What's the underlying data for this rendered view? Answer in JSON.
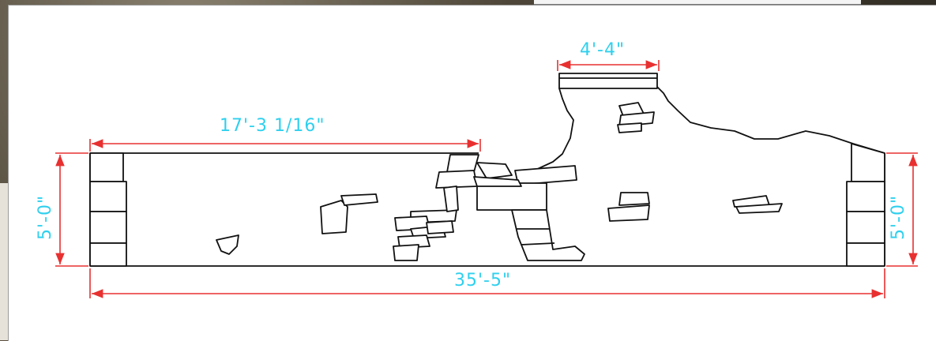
{
  "drawing": {
    "dimensions": {
      "overall_length": "35'-5\"",
      "left_section_length": "17'-3 1/16\"",
      "top_opening_width": "4'-4\"",
      "left_height": "5'-0\"",
      "right_height": "5'-0\""
    },
    "colors": {
      "dimension_line": "#e83030",
      "dimension_text": "#2fd0ee",
      "linework": "#111111",
      "sheet": "#ffffff"
    }
  }
}
